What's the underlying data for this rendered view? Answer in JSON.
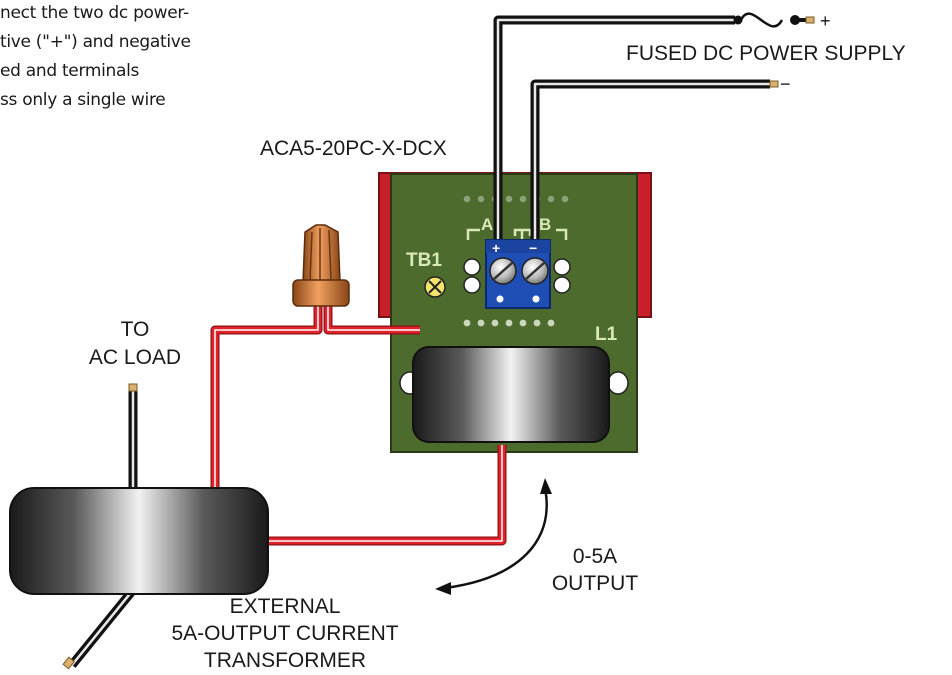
{
  "instructions": {
    "line1": "nect the two dc power-",
    "line2": "tive (\"+\") and negative",
    "line3": "ed and terminals",
    "line4": "ss only a single wire"
  },
  "labels": {
    "power_supply": "FUSED DC POWER SUPPLY",
    "plus_sign": "+",
    "minus_sign": "−",
    "part_number": "ACA5-20PC-X-DCX",
    "to_ac_load_1": "TO",
    "to_ac_load_2": "AC LOAD",
    "ext_ct_1": "EXTERNAL",
    "ext_ct_2": "5A-OUTPUT CURRENT",
    "ext_ct_3": "TRANSFORMER",
    "output_1": "0-5A",
    "output_2": "OUTPUT"
  },
  "board": {
    "tb1": "TB1",
    "l1": "L1",
    "terminal_a": "A",
    "terminal_b": "B",
    "term_plus": "+",
    "term_minus": "−"
  },
  "colors": {
    "board_green": "#4e6b2e",
    "housing_red": "#c8202a",
    "wire_red": "#e3232b",
    "wire_black": "#111111",
    "terminal_blue": "#1f4fb5",
    "wirenut_orange": "#d9772a"
  }
}
